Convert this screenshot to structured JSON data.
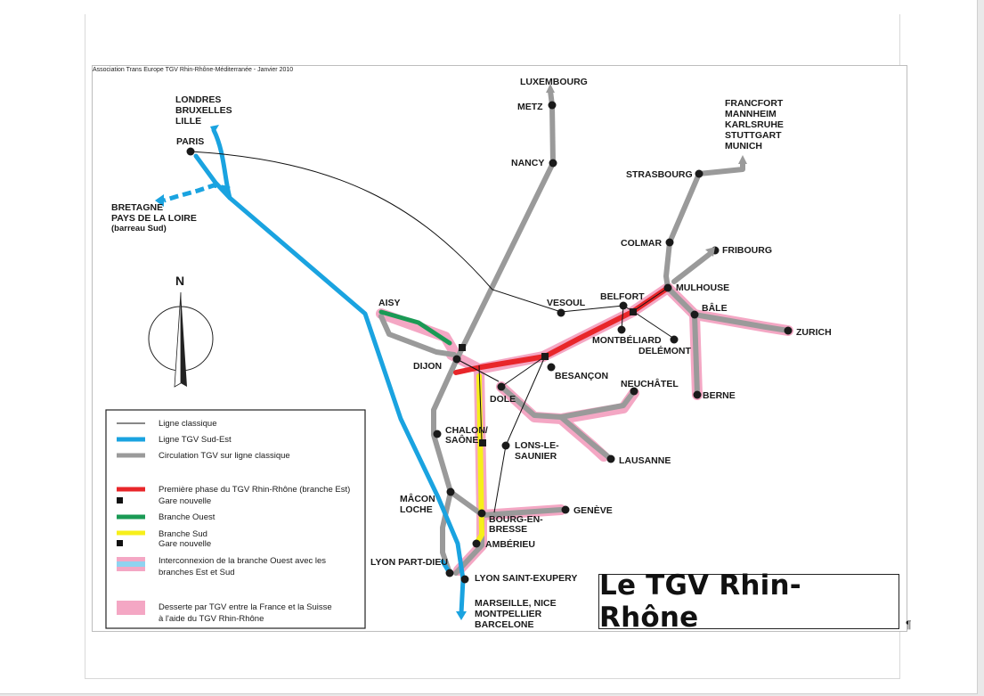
{
  "header": {
    "source": "Association Trans Europe TGV Rhin-Rhône-Méditerranée - Janvier 2010"
  },
  "title": "Le TGV Rhin-Rhône",
  "compass": {
    "letter": "N"
  },
  "pilcrow": "¶",
  "colors": {
    "classic": "#111111",
    "tgv_sud_est": "#1aa3e0",
    "tgv_classic": "#9a9a9a",
    "phase1": "#e8262a",
    "ouest": "#1a9a55",
    "sud": "#f7ef1a",
    "interconnect": "#8fd3f0",
    "swiss_service": "#f4a7c4"
  },
  "places": {
    "londres": "LONDRES",
    "bruxelles": "BRUXELLES",
    "lille": "LILLE",
    "paris": "PARIS",
    "bretagne": "BRETAGNE",
    "pays_loire": "PAYS DE LA LOIRE",
    "barreau": "(barreau Sud)",
    "luxembourg": "LUXEMBOURG",
    "metz": "METZ",
    "nancy": "NANCY",
    "francfort": "FRANCFORT",
    "mannheim": "MANNHEIM",
    "karlsruhe": "KARLSRUHE",
    "stuttgart": "STUTTGART",
    "munich": "MUNICH",
    "strasbourg": "STRASBOURG",
    "colmar": "COLMAR",
    "fribourg": "FRIBOURG",
    "mulhouse": "MULHOUSE",
    "belfort": "BELFORT",
    "bale": "BÂLE",
    "zurich": "ZURICH",
    "vesoul": "VESOUL",
    "montbeliard": "MONTBÉLIARD",
    "delemont": "DELÉMONT",
    "aisy": "AISY",
    "dijon": "DIJON",
    "besancon": "BESANÇON",
    "neuchatel": "NEUCHÂTEL",
    "berne": "BERNE",
    "dole": "DOLE",
    "chalon1": "CHALON/",
    "chalon2": "SAÔNE",
    "lons1": "LONS-LE-",
    "lons2": "SAUNIER",
    "lausanne": "LAUSANNE",
    "macon": "MÂCON",
    "loche": "LOCHE",
    "bourg1": "BOURG-EN-",
    "bourg2": "BRESSE",
    "geneve": "GENÈVE",
    "amberieu": "AMBÉRIEU",
    "lyon_pd": "LYON PART-DIEU",
    "lyon_se": "LYON SAINT-EXUPERY",
    "marseille": "MARSEILLE, NICE",
    "montpellier": "MONTPELLIER",
    "barcelone": "BARCELONE"
  },
  "legend": {
    "classic": "Ligne classique",
    "tgv_sud_est": "Ligne TGV Sud-Est",
    "tgv_classic": "Circulation TGV sur ligne classique",
    "phase1_a": "Première phase du TGV Rhin-Rhône (branche Est)",
    "phase1_b": "Gare nouvelle",
    "ouest": "Branche Ouest",
    "sud_a": "Branche Sud",
    "sud_b": "Gare nouvelle",
    "inter_a": "Interconnexion de la branche Ouest avec les",
    "inter_b": "branches Est et Sud",
    "swiss_a": "Desserte par TGV entre la France et la Suisse",
    "swiss_b": "à l'aide du TGV Rhin-Rhône"
  }
}
